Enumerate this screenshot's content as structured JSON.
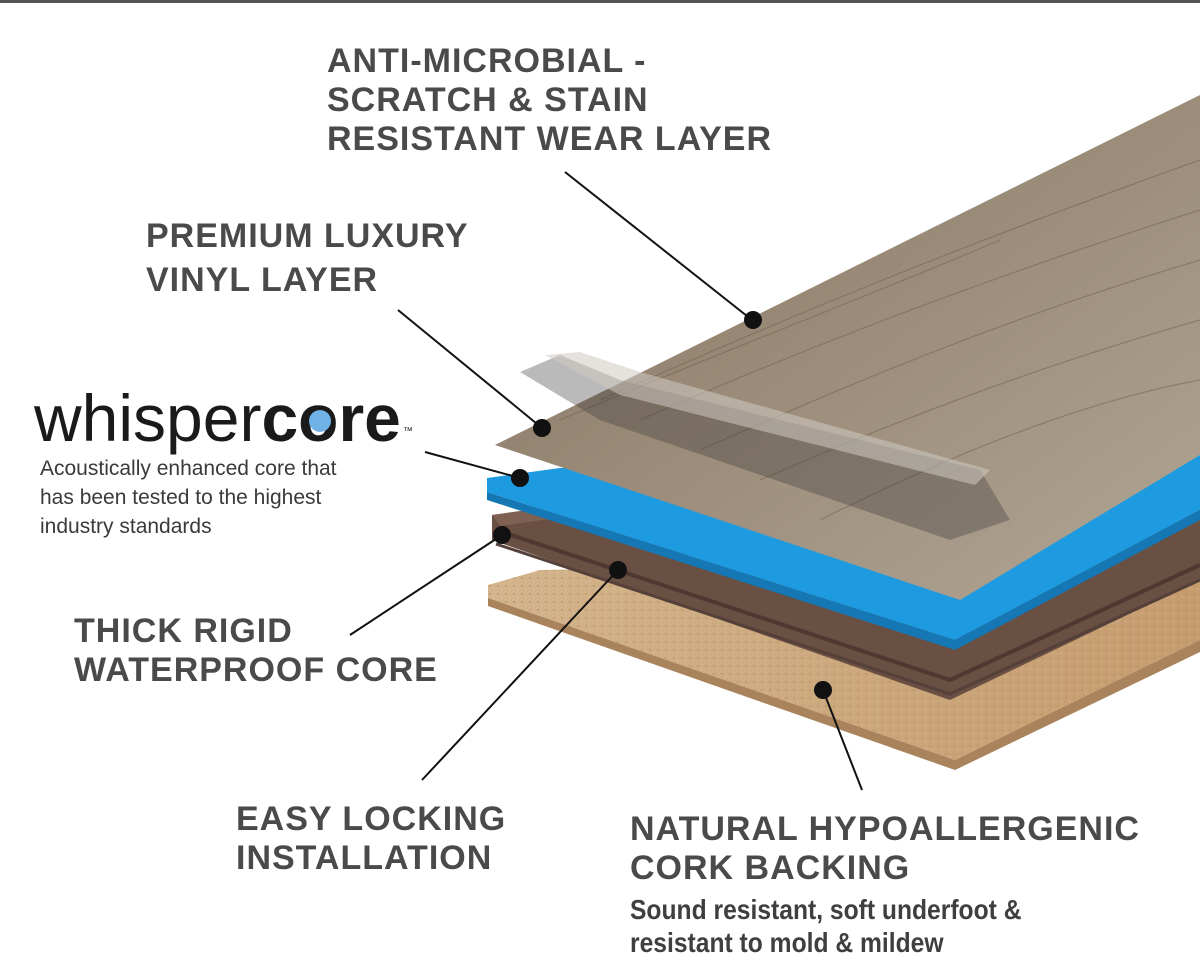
{
  "labels": {
    "wear_layer": [
      "ANTI-MICROBIAL -",
      "SCRATCH & STAIN",
      "RESISTANT WEAR LAYER"
    ],
    "vinyl_layer": [
      "PREMIUM LUXURY",
      "VINYL LAYER"
    ],
    "rigid_core": [
      "THICK RIGID",
      "WATERPROOF CORE"
    ],
    "locking": [
      "EASY LOCKING",
      "INSTALLATION"
    ],
    "cork": [
      "NATURAL HYPOALLERGENIC",
      "CORK BACKING"
    ]
  },
  "logo": {
    "light_part": "whisper",
    "bold_part_prefix": "c",
    "bold_part_suffix": "re",
    "trademark": "™"
  },
  "descriptions": {
    "core": [
      "Acoustically enhanced core that",
      "has been tested to the highest",
      "industry standards"
    ],
    "cork": [
      "Sound resistant, soft underfoot &",
      "resistant to mold & mildew"
    ]
  },
  "colors": {
    "label_text": "#4a4a4a",
    "core_blue": "#1e9be0",
    "logo_dot": "#6fb3e6",
    "wood": "#8a7a66",
    "rigid_core": "#6a4f43",
    "cork": "#c9a47a"
  }
}
